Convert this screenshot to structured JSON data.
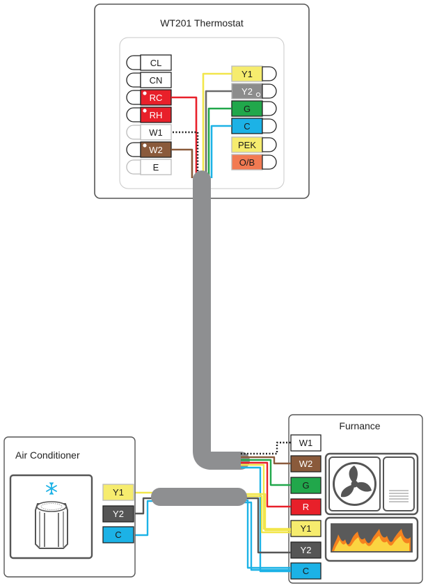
{
  "thermostat": {
    "title": "WT201 Thermostat",
    "left_terminals": [
      {
        "label": "CL",
        "color": "#ffffff",
        "text_color": "#111111"
      },
      {
        "label": "CN",
        "color": "#ffffff",
        "text_color": "#111111"
      },
      {
        "label": "RC",
        "color": "#e8202a",
        "text_color": "#ffffff",
        "dot": true
      },
      {
        "label": "RH",
        "color": "#e8202a",
        "text_color": "#ffffff",
        "dot": true
      },
      {
        "label": "W1",
        "color": "#ffffff",
        "text_color": "#111111"
      },
      {
        "label": "W2",
        "color": "#8a5a3b",
        "text_color": "#ffffff",
        "dot": true
      },
      {
        "label": "E",
        "color": "#ffffff",
        "text_color": "#111111"
      }
    ],
    "right_terminals": [
      {
        "label": "Y1",
        "color": "#f6ec6e",
        "text_color": "#111111"
      },
      {
        "label": "Y2",
        "color": "#8c8c8c",
        "text_color": "#ffffff",
        "dot": true
      },
      {
        "label": "G",
        "color": "#21a74b",
        "text_color": "#111111"
      },
      {
        "label": "C",
        "color": "#1cb2e6",
        "text_color": "#111111"
      },
      {
        "label": "PEK",
        "color": "#f6ec6e",
        "text_color": "#111111"
      },
      {
        "label": "O/B",
        "color": "#f27a52",
        "text_color": "#111111"
      }
    ]
  },
  "air_conditioner": {
    "title": "Air Conditioner",
    "icon": "snowflake-icon",
    "terminals": [
      {
        "label": "Y1",
        "color": "#f6ec6e",
        "text_color": "#111111"
      },
      {
        "label": "Y2",
        "color": "#555555",
        "text_color": "#ffffff"
      },
      {
        "label": "C",
        "color": "#1cb2e6",
        "text_color": "#111111"
      }
    ]
  },
  "furnace": {
    "title": "Furnance",
    "icons": [
      "fan-icon",
      "vent-icon",
      "flame-icon"
    ],
    "terminals": [
      {
        "label": "W1",
        "color": "#ffffff",
        "text_color": "#111111"
      },
      {
        "label": "W2",
        "color": "#8a5a3b",
        "text_color": "#ffffff"
      },
      {
        "label": "G",
        "color": "#21a74b",
        "text_color": "#111111"
      },
      {
        "label": "R",
        "color": "#e8202a",
        "text_color": "#ffffff"
      },
      {
        "label": "Y1",
        "color": "#f6ec6e",
        "text_color": "#111111"
      },
      {
        "label": "Y2",
        "color": "#555555",
        "text_color": "#ffffff"
      },
      {
        "label": "C",
        "color": "#1cb2e6",
        "text_color": "#111111"
      }
    ]
  },
  "colors": {
    "cable": "#8e8f91",
    "frame": "#5a5a5a",
    "red": "#e8202a",
    "yellow": "#f2e64a",
    "green": "#21a74b",
    "blue": "#1cb2e6",
    "brown": "#8a5a3b",
    "gray": "#6a6a6a"
  }
}
